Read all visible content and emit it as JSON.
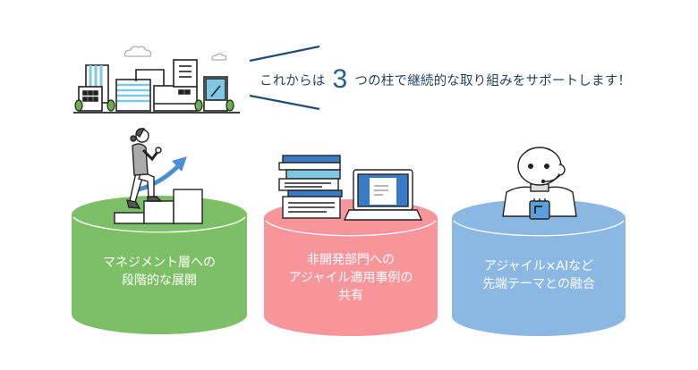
{
  "headline": {
    "prefix": "これからは",
    "number": "3",
    "suffix": "つの柱で継続的な取り組みをサポートします！"
  },
  "pillars": [
    {
      "id": "management",
      "lines": [
        "マネジメント層への",
        "段階的な展開"
      ],
      "color": "#7dbf66",
      "icon": "person-climbing-stairs-icon"
    },
    {
      "id": "non-dev",
      "lines": [
        "非開発部門への",
        "アジャイル適用事例の",
        "共有"
      ],
      "color": "#f7969a",
      "icon": "books-and-laptop-icon"
    },
    {
      "id": "ai",
      "lines": [
        "アジャイル×AIなど",
        "先端テーマとの融合"
      ],
      "color": "#8ab8e3",
      "icon": "robot-operator-icon"
    }
  ],
  "colors": {
    "accent": "#1f4e79",
    "ink": "#222222",
    "building_blue": "#7ec8e3",
    "arrow_blue": "#4a90d0"
  }
}
